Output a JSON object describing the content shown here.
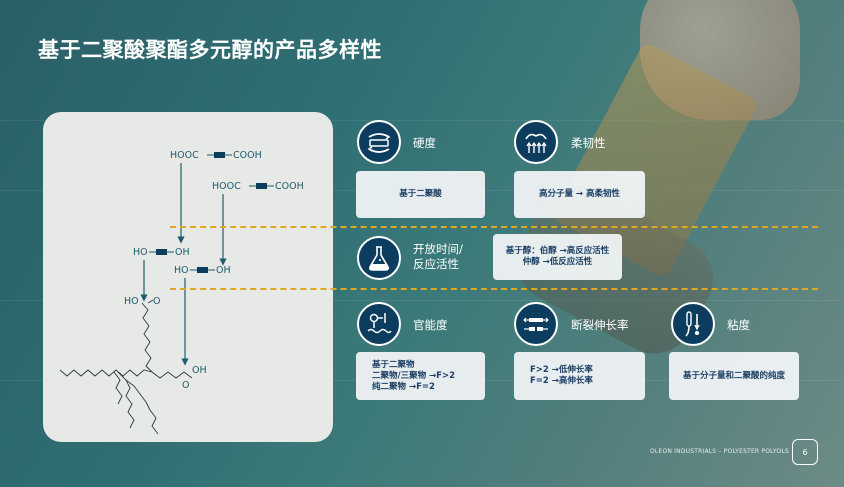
{
  "title": "基于二聚酸聚酯多元醇的产品多样性",
  "chemistry": {
    "acid_left1": "HOOC",
    "acid_right1": "COOH",
    "acid_left2": "HOOC",
    "acid_right2": "COOH",
    "diol_left1": "HO",
    "diol_right1": "OH",
    "diol_left2": "HO",
    "diol_right2": "OH",
    "acid_group1_ho": "HO",
    "acid_group1_o": "O",
    "acid_group2_oh": "OH",
    "acid_group2_o": "O"
  },
  "properties": {
    "hardness": {
      "label": "硬度",
      "icon": "hardness-icon",
      "box": [
        "基于二聚酸"
      ]
    },
    "flexibility": {
      "label": "柔韧性",
      "icon": "flexibility-icon",
      "box": [
        "高分子量 →  高柔韧性"
      ]
    },
    "open_time": {
      "label_line1": "开放时间/",
      "label_line2": "反应活性",
      "icon": "flask-icon",
      "box": [
        "基于醇：伯醇 →高反应活性",
        "仲醇 →低反应活性"
      ]
    },
    "functionality": {
      "label": "官能度",
      "icon": "functional-group-icon",
      "box": [
        "基于二聚物",
        "二聚物/三聚物 →F>2",
        "纯二聚物 →F=2"
      ]
    },
    "elongation": {
      "label": "断裂伸长率",
      "icon": "elongation-icon",
      "box": [
        "F>2 →低伸长率",
        "F=2 →高伸长率"
      ]
    },
    "viscosity": {
      "label": "粘度",
      "icon": "viscosity-icon",
      "box": [
        "基于分子量和二聚酸的纯度"
      ]
    }
  },
  "footer": "OLEON INDUSTRIALS – POLYESTER POLYOLS",
  "page_number": "6",
  "colors": {
    "accent": "#e0a820",
    "icon_bg": "#0c3d5f",
    "text_dark": "#1c3f63"
  }
}
